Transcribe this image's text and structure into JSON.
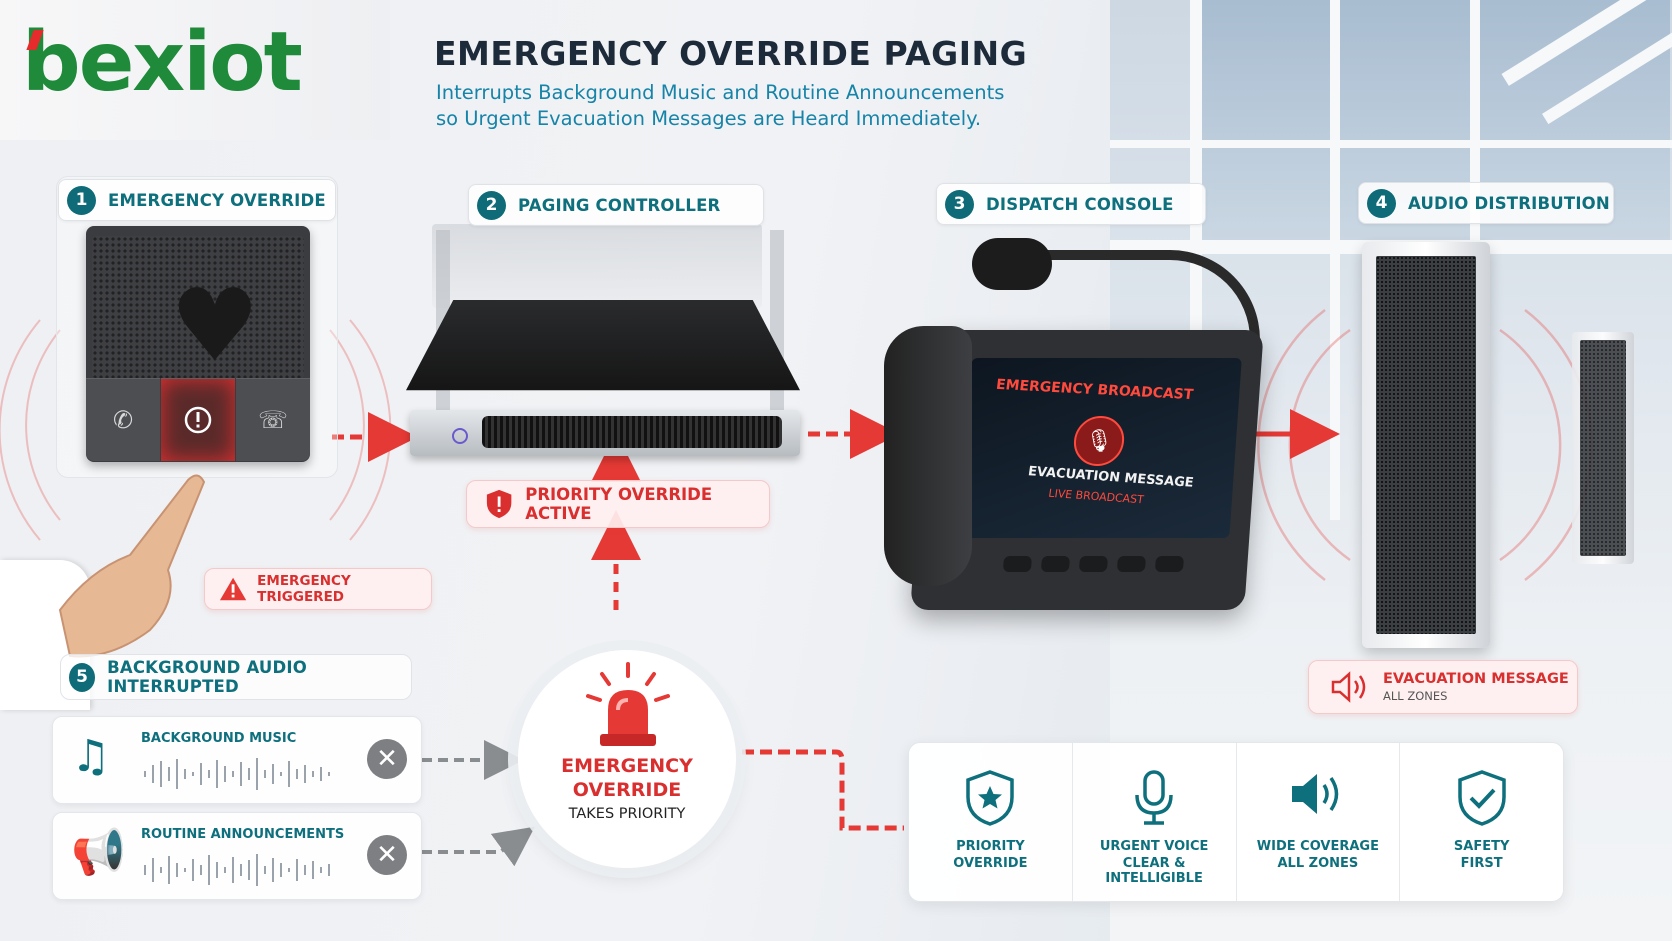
{
  "brand": {
    "logo": "bexiot",
    "color_primary": "#1e8a3a",
    "color_accent": "#e52b2b"
  },
  "header": {
    "title": "EMERGENCY OVERRIDE PAGING",
    "subtitle_line1": "Interrupts Background Music and Routine Announcements",
    "subtitle_line2": "so Urgent Evacuation Messages are Heard Immediately."
  },
  "steps": [
    {
      "number": "1",
      "label": "EMERGENCY OVERRIDE"
    },
    {
      "number": "2",
      "label": "PAGING CONTROLLER"
    },
    {
      "number": "3",
      "label": "DISPATCH CONSOLE"
    },
    {
      "number": "4",
      "label": "AUDIO DISTRIBUTION"
    },
    {
      "number": "5",
      "label": "BACKGROUND AUDIO INTERRUPTED"
    }
  ],
  "tags": {
    "priority_override": "PRIORITY OVERRIDE ACTIVE",
    "emergency_triggered": "EMERGENCY TRIGGERED",
    "evacuation_title": "EVACUATION MESSAGE",
    "evacuation_sub": "ALL ZONES"
  },
  "console_screen": {
    "title": "EMERGENCY BROADCAST",
    "message": "EVACUATION MESSAGE",
    "status": "LIVE BROADCAST"
  },
  "background_audio": [
    {
      "label": "BACKGROUND MUSIC",
      "icon": "music-note-icon"
    },
    {
      "label": "ROUTINE ANNOUNCEMENTS",
      "icon": "megaphone-icon"
    }
  ],
  "center_badge": {
    "line1": "EMERGENCY",
    "line2": "OVERRIDE",
    "sub": "TAKES PRIORITY",
    "icon": "siren-icon"
  },
  "features": [
    {
      "line1": "PRIORITY",
      "line2": "OVERRIDE",
      "icon": "shield-star-icon"
    },
    {
      "line1": "URGENT VOICE",
      "line2": "CLEAR & INTELLIGIBLE",
      "icon": "microphone-icon"
    },
    {
      "line1": "WIDE COVERAGE",
      "line2": "ALL ZONES",
      "icon": "speaker-icon"
    },
    {
      "line1": "SAFETY",
      "line2": "FIRST",
      "icon": "shield-check-icon"
    }
  ],
  "colors": {
    "teal": "#0e6f7d",
    "alert_red": "#d92f2f",
    "subtitle": "#1684a8"
  }
}
